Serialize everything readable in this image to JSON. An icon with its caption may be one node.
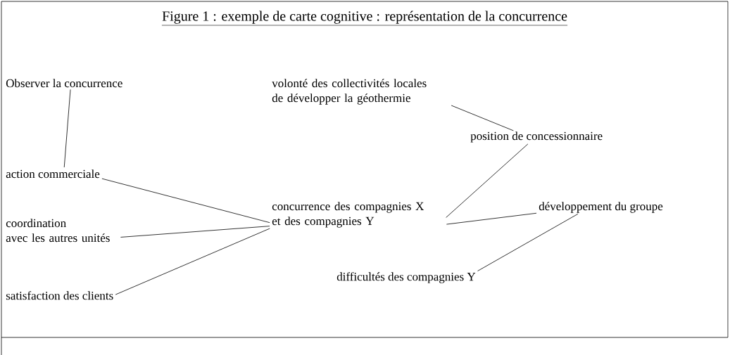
{
  "diagram": {
    "title": "Figure 1 : exemple de carte cognitive : représentation de la concurrence",
    "nodes": [
      {
        "text": [
          "Observer la concurrence"
        ]
      },
      {
        "text": [
          "volonté des collectivités locales de développer la géothermie"
        ]
      },
      {
        "text": [
          "position de concessionnaire"
        ]
      },
      {
        "text": [
          "action commerciale"
        ]
      },
      {
        "text": [
          "coordination avec les autres unités"
        ]
      },
      {
        "text": [
          "concurrence des compagnies X et des compagnies Y"
        ]
      },
      {
        "text": [
          "développement du groupe"
        ]
      },
      {
        "text": [
          "difficultés des compagnies Y"
        ]
      },
      {
        "text": [
          "satisfaction des clients"
        ]
      }
    ],
    "edges": [
      {
        "from": 0,
        "to": 3,
        "arrow": "none"
      },
      {
        "from": 1,
        "to": 2,
        "arrow": "none"
      },
      {
        "from": 3,
        "to": 5,
        "arrow": "none"
      },
      {
        "from": 4,
        "to": 5,
        "arrow": "none"
      },
      {
        "from": 8,
        "to": 5,
        "arrow": "none"
      },
      {
        "from": 5,
        "to": 2,
        "arrow": "none"
      },
      {
        "from": 5,
        "to": 6,
        "arrow": "none"
      },
      {
        "from": 7,
        "to": 6,
        "arrow": "none"
      }
    ]
  }
}
